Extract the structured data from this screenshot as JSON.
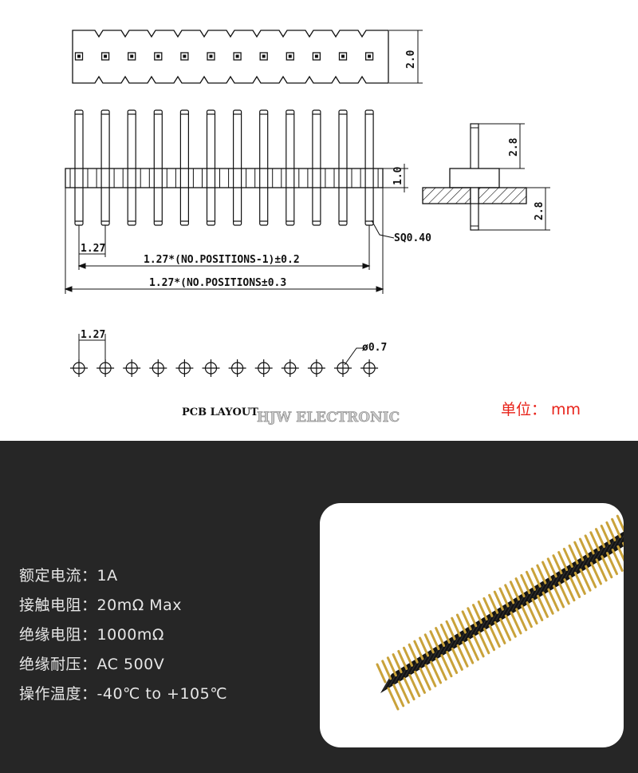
{
  "drawing": {
    "dim_height_top": "2.0",
    "dim_pin_upper": "2.8",
    "dim_pin_lower": "2.8",
    "dim_body": "1.0",
    "dim_pitch": "1.27",
    "dim_pin_sq": "SQ0.40",
    "dim_positions_minus_one": "1.27*(NO.POSITIONS-1)±0.2",
    "dim_positions": "1.27*(NO.POSITIONS±0.3",
    "dim_pitch_pcb": "1.27",
    "dim_hole": "ø0.7",
    "pcb_label": "PCB LAYOUT",
    "brand": "HJW ELECTRONIC",
    "unit_label": "单位： mm"
  },
  "specs": [
    {
      "label": "额定电流：",
      "value": "1A"
    },
    {
      "label": "接触电阻：",
      "value": "20mΩ Max"
    },
    {
      "label": "绝缘电阻：",
      "value": "1000mΩ"
    },
    {
      "label": "绝缘耐压：",
      "value": "AC 500V"
    },
    {
      "label": "操作温度：",
      "value": "-40℃ to +105℃"
    }
  ],
  "colors": {
    "background_bottom": "#262626",
    "unit_red": "#e8231a",
    "pin_gold": "#c9a23a",
    "housing_black": "#151515"
  }
}
